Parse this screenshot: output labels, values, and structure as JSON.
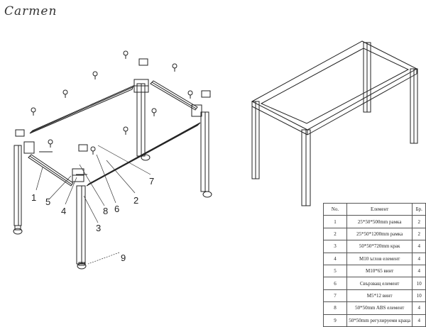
{
  "title": "Carmen",
  "callouts": [
    {
      "num": "1"
    },
    {
      "num": "2"
    },
    {
      "num": "3"
    },
    {
      "num": "4"
    },
    {
      "num": "5"
    },
    {
      "num": "6"
    },
    {
      "num": "7"
    },
    {
      "num": "8"
    },
    {
      "num": "9"
    }
  ],
  "table": {
    "headers": {
      "no": "No.",
      "element": "Елемент",
      "qty": "Бр."
    },
    "rows": [
      {
        "no": "1",
        "element": "25*50*500mm рамка",
        "qty": "2"
      },
      {
        "no": "2",
        "element": "25*50*1200mm рамка",
        "qty": "2"
      },
      {
        "no": "3",
        "element": "50*50*720mm крак",
        "qty": "4"
      },
      {
        "no": "4",
        "element": "M10 ъглов елемент",
        "qty": "4"
      },
      {
        "no": "5",
        "element": "M10*65 винт",
        "qty": "4"
      },
      {
        "no": "6",
        "element": "Свързващ елемент",
        "qty": "10"
      },
      {
        "no": "7",
        "element": "M5*12 винт",
        "qty": "10"
      },
      {
        "no": "8",
        "element": "50*50mm ABS елемент",
        "qty": "4"
      },
      {
        "no": "9",
        "element": "50*50mm регулируеми краца",
        "qty": "4"
      }
    ]
  }
}
